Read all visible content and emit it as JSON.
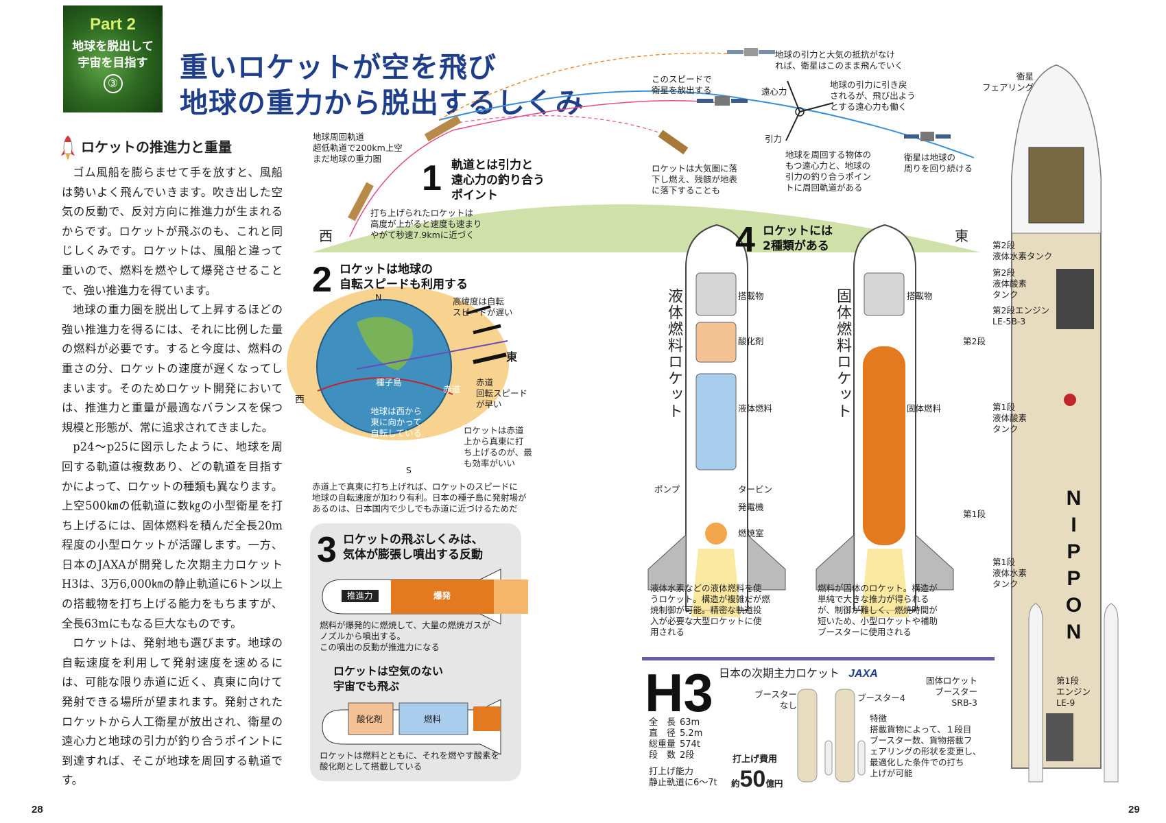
{
  "part_box": {
    "part": "Part 2",
    "line1": "地球を脱出して",
    "line2": "宇宙を目指す",
    "num": "③"
  },
  "title": {
    "line1": "重いロケットが空を飛び",
    "line2": "地球の重力から脱出するしくみ"
  },
  "section": {
    "heading": "ロケットの推進力と重量"
  },
  "body_paragraphs": [
    "ゴム風船を膨らませて手を放すと、風船は勢いよく飛んでいきます。吹き出した空気の反動で、反対方向に推進力が生まれるからです。ロケットが飛ぶのも、これと同じしくみです。ロケットは、風船と違って重いので、燃料を燃やして爆発させることで、強い推進力を得ています。",
    "地球の重力圏を脱出して上昇するほどの強い推進力を得るには、それに比例した量の燃料が必要です。すると今度は、燃料の重さの分、ロケットの速度が遅くなってしまいます。そのためロケット開発においては、推進力と重量が最適なバランスを保つ規模と形態が、常に追求されてきました。",
    "p24〜p25に図示したように、地球を周回する軌道は複数あり、どの軌道を目指すかによって、ロケットの種類も異なります。上空500㎞の低軌道に数㎏の小型衛星を打ち上げるには、固体燃料を積んだ全長20m程度の小型ロケットが活躍します。一方、日本のJAXAが開発した次期主力ロケットH3は、3万6,000㎞の静止軌道に6トン以上の搭載物を打ち上げる能力をもちますが、全長63mにもなる巨大なものです。",
    "ロケットは、発射地も選びます。地球の自転速度を利用して発射速度を速めるには、可能な限り赤道に近く、真東に向けて発射できる場所が望まれます。発射されたロケットから人工衛星が放出され、衛星の遠心力と地球の引力が釣り合うポイントに到達すれば、そこが地球を周回する軌道です。"
  ],
  "page_left": "28",
  "page_right": "29",
  "d1": {
    "num": "1",
    "head1": "軌道とは引力と",
    "head2": "遠心力の釣り合う",
    "head3": "ポイント",
    "orbit_note1": "地球周回軌道",
    "orbit_note2": "超低軌道で200km上空",
    "orbit_note3": "まだ地球の重力圏",
    "launch_note1": "打ち上げられたロケットは",
    "launch_note2": "高度が上がると速度も速まり",
    "launch_note3": "やがて秒速7.9kmに近づく",
    "release1": "このスピードで",
    "release2": "衛星を放出する",
    "noforce1": "地球の引力と大気の抵抗がなけ",
    "noforce2": "れば、衛星はこのまま飛んでいく",
    "pullback1": "地球の引力に引き戻",
    "pullback2": "されるが、飛び出よう",
    "pullback3": "とする遠心力も働く",
    "centrifugal": "遠心力",
    "gravity": "引力",
    "fall1": "ロケットは大気圏に落",
    "fall2": "下し燃え、残骸が地表",
    "fall3": "に落下することも",
    "balance1": "地球を周回する物体の",
    "balance2": "もつ遠心力と、地球の",
    "balance3": "引力の釣り合うポイン",
    "balance4": "トに周回軌道がある",
    "orbit_keep1": "衛星は地球の",
    "orbit_keep2": "周りを回り続ける",
    "west": "西",
    "east": "東"
  },
  "d2": {
    "num": "2",
    "head1": "ロケットは地球の",
    "head2": "自転スピードも利用する",
    "N": "N",
    "S": "S",
    "west": "西",
    "east": "東",
    "hilat1": "高緯度は自転",
    "hilat2": "スピードが遅い",
    "tanegashima": "種子島",
    "equator": "赤道",
    "eqspeed1": "赤道",
    "eqspeed2": "回転スピード",
    "eqspeed3": "が早い",
    "rotation1": "地球は西から",
    "rotation2": "東に向かって",
    "rotation3": "自転している",
    "eff1": "ロケットは赤道",
    "eff2": "上から真東に打",
    "eff3": "ち上げるのが、最",
    "eff4": "も効率がいい",
    "note1": "赤道上で真東に打ち上げれば、ロケットのスピードに",
    "note2": "地球の自転速度が加わり有利。日本の種子島に発射場が",
    "note3": "あるのは、日本国内で少しでも赤道に近づけるためだ"
  },
  "d3": {
    "num": "3",
    "head1": "ロケットの飛ぶしくみは、",
    "head2": "気体が膨張し噴出する反動",
    "thrust": "推進力",
    "explosion": "爆発",
    "note1": "燃料が爆発的に燃焼して、大量の燃焼ガスが",
    "note2": "ノズルから噴出する。",
    "note3": "この噴出の反動が推進力になる",
    "sub1": "ロケットは空気のない",
    "sub2": "宇宙でも飛ぶ",
    "oxidizer": "酸化剤",
    "fuel": "燃料",
    "note4": "ロケットは燃料とともに、それを燃やす酸素を",
    "note5": "酸化剤として搭載している"
  },
  "d4": {
    "num": "4",
    "head1": "ロケットには",
    "head2": "2種類がある",
    "liquid_title": "液体燃料ロケット",
    "solid_title": "固体燃料ロケット",
    "payload": "搭載物",
    "oxidizer": "酸化剤",
    "liquid_fuel": "液体燃料",
    "pump": "ポンプ",
    "turbine": "タービン",
    "generator": "発電機",
    "chamber": "燃焼室",
    "solid_payload": "搭載物",
    "solid_fuel": "固体燃料",
    "liquid_desc1": "液体水素などの液体燃料を使",
    "liquid_desc2": "うロケット。構造が複雑だが燃",
    "liquid_desc3": "焼制御が可能。精密な軌道投",
    "liquid_desc4": "入が必要な大型ロケットに使",
    "liquid_desc5": "用される",
    "solid_desc1": "燃料が固体のロケット。構造が",
    "solid_desc2": "単純で大きな推力が得られる",
    "solid_desc3": "が、制御が難しく、燃焼時間が",
    "solid_desc4": "短いため、小型ロケットや補助",
    "solid_desc5": "ブースターに使用される"
  },
  "h3": {
    "big": "H3",
    "sub": "日本の次期主力ロケット",
    "jaxa": "JAXA",
    "booster_none1": "ブースター",
    "booster_none2": "なし",
    "booster4": "ブースター4",
    "specs": [
      [
        "全　長",
        "63m"
      ],
      [
        "直　径",
        "5.2m"
      ],
      [
        "総重量",
        "574t"
      ],
      [
        "段　数",
        "2段"
      ]
    ],
    "cap1": "打上げ能力",
    "cap2": "静止軌道に6〜7t",
    "cost_label": "打上げ費用",
    "cost_pre": "約",
    "cost_num": "50",
    "cost_unit": "億円",
    "feature_title": "特徴",
    "feature1": "搭載貨物によって、１段目",
    "feature2": "ブースター数、貨物搭載フ",
    "feature3": "ェアリングの形状を変更し、",
    "feature4": "最適化した条件での打ち",
    "feature5": "上げが可能",
    "srb1": "固体ロケット",
    "srb2": "ブースター",
    "srb3": "SRB-3",
    "vert": "NIPPON"
  },
  "right_rocket": {
    "fairing1": "衛星",
    "fairing2": "フェアリング",
    "s2h2_1": "第2段",
    "s2h2_2": "液体水素タンク",
    "s2ox1": "第2段",
    "s2ox2": "液体酸素",
    "s2ox3": "タンク",
    "s2eng1": "第2段エンジン",
    "s2eng2": "LE-5B-3",
    "stage2": "第2段",
    "s1ox1": "第1段",
    "s1ox2": "液体酸素",
    "s1ox3": "タンク",
    "stage1": "第1段",
    "s1h2_1": "第1段",
    "s1h2_2": "液体水素",
    "s1h2_3": "タンク",
    "s1eng1": "第1段",
    "s1eng2": "エンジン",
    "s1eng3": "LE-9"
  },
  "colors": {
    "title": "#1f3e8a",
    "green_box": "#2e6b22",
    "earth_band": "#cfe0a8",
    "fuel_orange": "#e37a1f",
    "tank_blue": "#a9cdec",
    "oxidizer_peach": "#f4c295",
    "payload_gray": "#d6d6d6",
    "rocket_body": "#e8dcc0",
    "three_bg": "#e6e6e6",
    "h3_bar": "#6a5aa8"
  }
}
